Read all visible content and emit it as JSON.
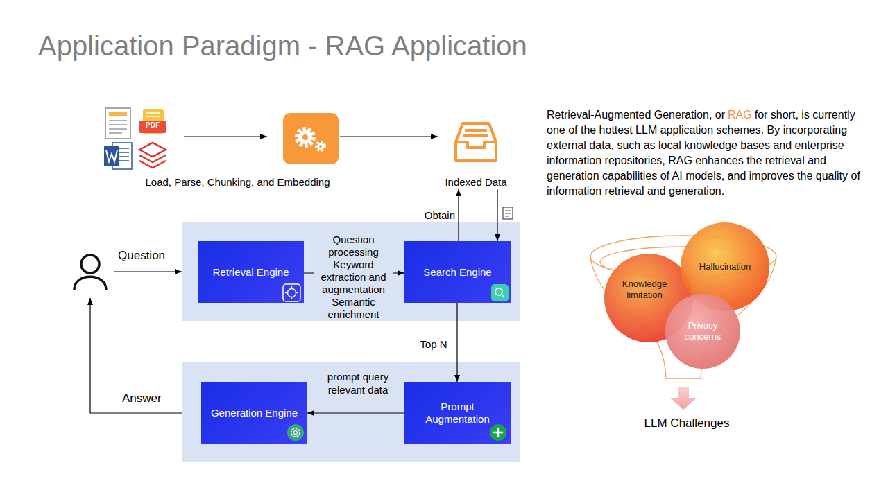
{
  "diagram": {
    "title": "Application Paradigm - RAG Application",
    "nodes": [
      {
        "text": [
          "Load, Parse, Chunking, and Embedding"
        ]
      },
      {
        "text": [
          "Indexed Data"
        ]
      },
      {
        "text": [
          "Retrieval Engine"
        ]
      },
      {
        "text": [
          "Search Engine"
        ]
      },
      {
        "text": [
          "Generation Engine"
        ]
      },
      {
        "text": [
          "Prompt Augmentation"
        ]
      },
      {
        "text": [
          "Knowledge limitation"
        ]
      },
      {
        "text": [
          "Hallucination"
        ]
      },
      {
        "text": [
          "Privacy concerns"
        ]
      }
    ],
    "edges": [
      {
        "from": 0,
        "to": 1,
        "arrow": "to"
      },
      {
        "from": 3,
        "to": 1,
        "label": "Obtain",
        "arrow": "to"
      },
      {
        "from": 1,
        "to": 3,
        "arrow": "to"
      },
      {
        "from": 2,
        "to": 3,
        "label": "Question processing Keyword extraction and augmentation Semantic enrichment",
        "arrow": "to"
      },
      {
        "from": 3,
        "to": 5,
        "label": "Top N",
        "arrow": "to"
      },
      {
        "from": 5,
        "to": 4,
        "label": "prompt query relevant data",
        "arrow": "to"
      }
    ],
    "labels": [
      "Retrieval-Augmented Generation, or",
      "RAG",
      "for short, is currently one of the hottest LLM application schemes. By incorporating external data, such as local knowledge bases and enterprise information repositories, RAG enhances the retrieval and generation capabilities of AI models, and improves the quality of information retrieval and generation.",
      "PDF",
      "Question",
      "Answer",
      "LLM Challenges"
    ]
  }
}
